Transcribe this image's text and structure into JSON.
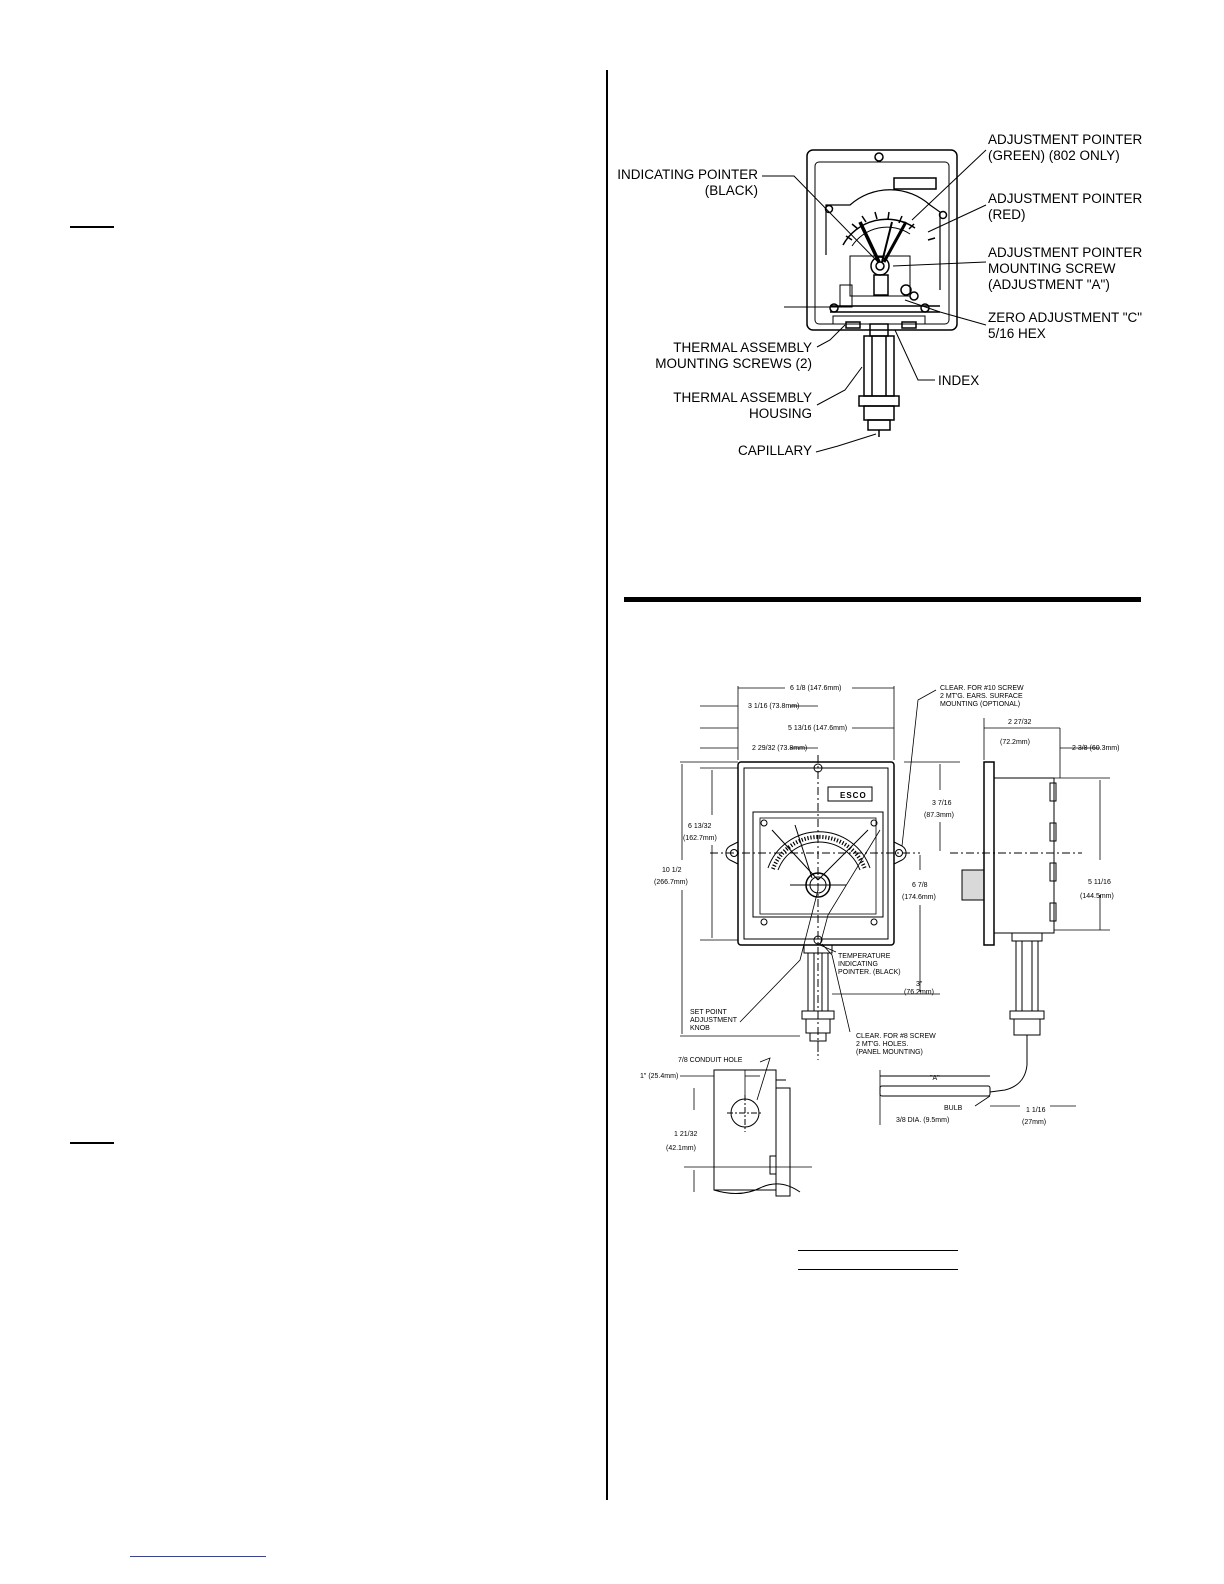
{
  "fig1": {
    "callouts": {
      "adj_green_1": "ADJUSTMENT POINTER",
      "adj_green_2": "(GREEN)  (802 ONLY)",
      "ind_1": "INDICATING POINTER",
      "ind_2": "(BLACK)",
      "adj_red_1": "ADJUSTMENT POINTER",
      "adj_red_2": "(RED)",
      "screw_1": "ADJUSTMENT POINTER",
      "screw_2": "MOUNTING SCREW",
      "screw_3": "(ADJUSTMENT \"A\")",
      "zero_1": "ZERO ADJUSTMENT \"C\"",
      "zero_2": "5/16 HEX",
      "tam_1": "THERMAL ASSEMBLY",
      "tam_2": "MOUNTING SCREWS (2)",
      "index": "INDEX",
      "tah_1": "THERMAL ASSEMBLY",
      "tah_2": "HOUSING",
      "capillary": "CAPILLARY"
    }
  },
  "fig2": {
    "brand": "ESCO",
    "dims": {
      "w_6_1_8": "6 1/8  (147.6mm)",
      "w_3_1_16": "3 1/16  (73.8mm)",
      "w_5_13_16": "5 13/16  (147.6mm)",
      "w_2_29_32": "2 29/32  (73.8mm)",
      "h_6_13_32": "6 13/32",
      "h_6_13_32_mm": "(162.7mm)",
      "h_10_1_2": "10 1/2",
      "h_10_1_2_mm": "(266.7mm)",
      "h_3_7_16": "3 7/16",
      "h_3_7_16_mm": "(87.3mm)",
      "h_6_7_8": "6 7/8",
      "h_6_7_8_mm": "(174.6mm)",
      "h_3": "3\"",
      "h_3_mm": "(76.2mm)",
      "s_2_27_32": "2 27/32",
      "s_2_27_32_mm": "(72.2mm)",
      "s_2_3_8": "2 3/8  (60.3mm)",
      "s_5_11_16": "5 11/16",
      "s_5_11_16_mm": "(144.5mm)",
      "s_1_1_16": "1 1/16",
      "s_1_1_16_mm": "(27mm)",
      "c_1": "1\" (25.4mm)",
      "c_1_21_32": "1 21/32",
      "c_1_21_32_mm": "(42.1mm)"
    },
    "notes": {
      "clear10_1": "CLEAR. FOR #10 SCREW",
      "clear10_2": "2 MT'G. EARS. SURFACE",
      "clear10_3": "MOUNTING (OPTIONAL)",
      "temp_1": "TEMPERATURE",
      "temp_2": "INDICATING",
      "temp_3": "POINTER. (BLACK)",
      "set_1": "SET POINT",
      "set_2": "ADJUSTMENT",
      "set_3": "KNOB",
      "clear8_1": "CLEAR. FOR #8 SCREW",
      "clear8_2": "2 MT'G. HOLES.",
      "clear8_3": "(PANEL MOUNTING)",
      "conduit": "7/8 CONDUIT HOLE",
      "bulb_a": "\"A\"",
      "bulb": "BULB",
      "bulb_dia": "3/8 DIA. (9.5mm)"
    }
  }
}
